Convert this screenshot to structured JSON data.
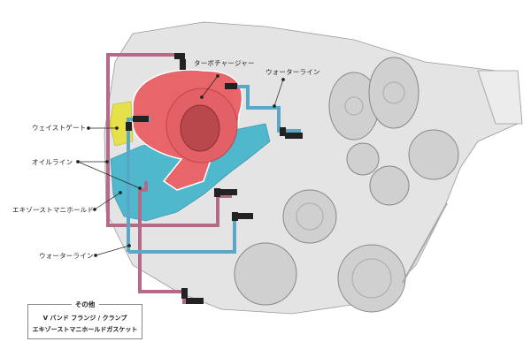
{
  "labels": {
    "turbocharger": "ターボチャージャー",
    "water_line_top": "ウォーターライン",
    "wastegate": "ウェイストゲート",
    "oil_line": "オイルライン",
    "exhaust_manifold": "エキゾーストマニホールド",
    "water_line_bottom": "ウォーターライン"
  },
  "other_box": {
    "title": "その他",
    "items": [
      "V バンド フランジ / クランプ",
      "エキゾーストマニホールドガスケット"
    ]
  },
  "colors": {
    "turbo": "#e8656a",
    "exhaust_manifold": "#4fb8cc",
    "wastegate": "#e6e04a",
    "oil_line": "#b66a8a",
    "water_line": "#5aa8c8",
    "engine": "#d4d4d4"
  }
}
